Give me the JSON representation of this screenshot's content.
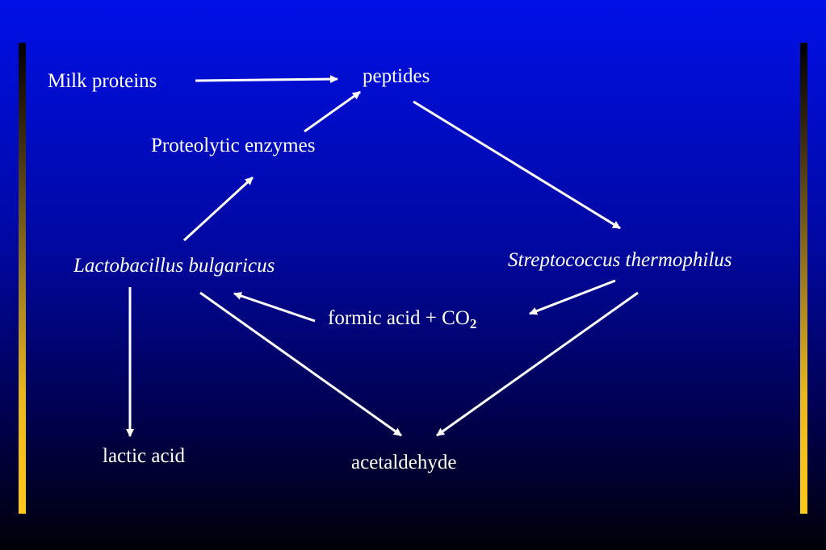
{
  "nodes": {
    "milk_proteins": "Milk proteins",
    "peptides": "peptides",
    "proteolytic_enzymes": "Proteolytic enzymes",
    "lactobacillus": "Lactobacillus bulgaricus",
    "streptococcus": "Streptococcus thermophilus",
    "formic_acid": "formic acid + CO",
    "formic_acid_subscript": "2",
    "lactic_acid": "lactic acid",
    "acetaldehyde": "acetaldehyde"
  },
  "edges": [
    {
      "from": "milk_proteins",
      "to": "peptides"
    },
    {
      "from": "proteolytic_enzymes",
      "to": "peptides"
    },
    {
      "from": "lactobacillus",
      "to": "proteolytic_enzymes"
    },
    {
      "from": "peptides",
      "to": "streptococcus"
    },
    {
      "from": "streptococcus",
      "to": "formic_acid"
    },
    {
      "from": "formic_acid",
      "to": "lactobacillus"
    },
    {
      "from": "lactobacillus",
      "to": "lactic_acid"
    },
    {
      "from": "lactobacillus",
      "to": "acetaldehyde"
    },
    {
      "from": "streptococcus",
      "to": "acetaldehyde"
    }
  ],
  "colors": {
    "background_top": "#0010e8",
    "background_bottom": "#000008",
    "side_bar_accent": "#ffc81c",
    "text": "#ffffff"
  }
}
